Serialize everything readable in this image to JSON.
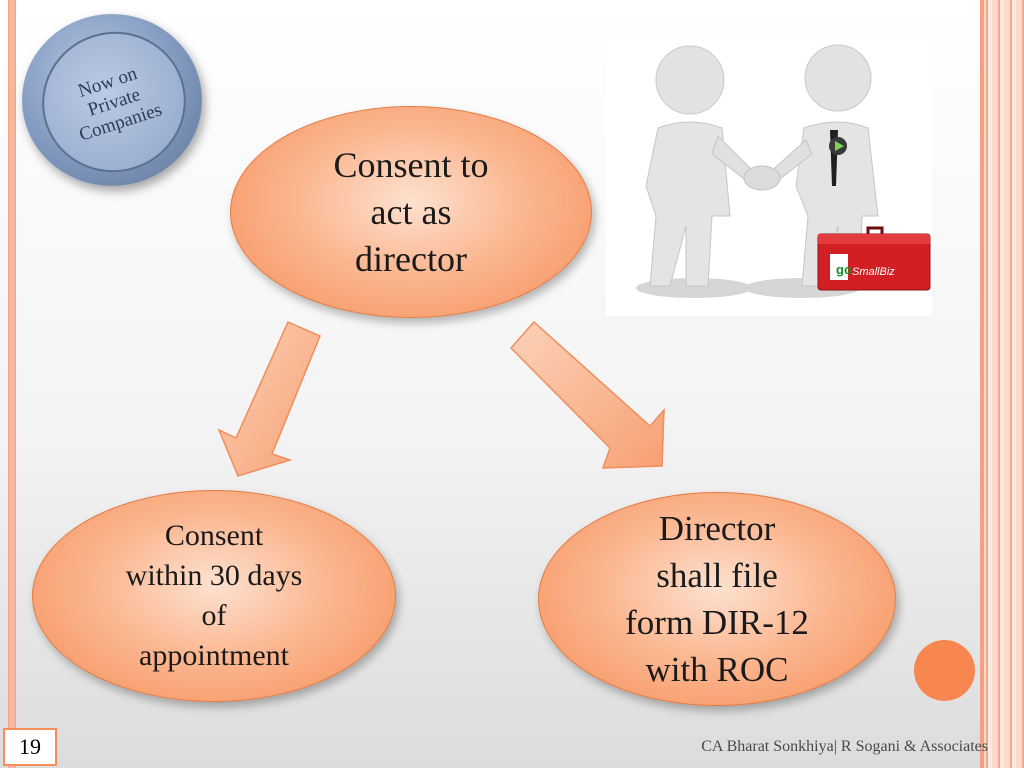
{
  "stamp": {
    "line1": "Now on",
    "line2": "Private",
    "line3": "Companies"
  },
  "nodes": {
    "top": "Consent to\nact as\ndirector",
    "left": "Consent\nwithin 30 days\nof\nappointment",
    "right": "Director\nshall file\nform DIR-12\nwith ROC"
  },
  "photo": {
    "brand_logo": "goSmallBiz"
  },
  "slide": {
    "number": "19",
    "footer": "CA Bharat Sonkhiya| R Sogani & Associates"
  },
  "colors": {
    "accent": "#f58e57",
    "stamp": "#8199bf"
  }
}
